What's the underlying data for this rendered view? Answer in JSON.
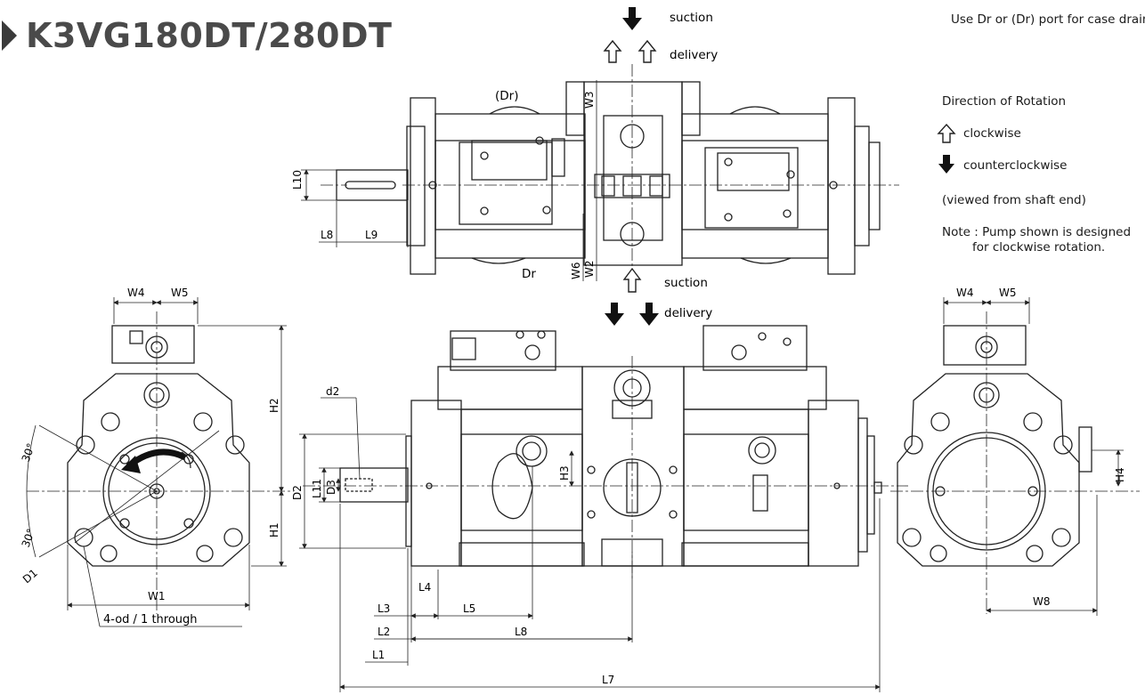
{
  "title": "K3VG180DT/280DT",
  "notes": {
    "case_drain": "Use Dr or (Dr) port for case drain.",
    "rotation_heading": "Direction of Rotation",
    "clockwise": "clockwise",
    "counterclockwise": "counterclockwise",
    "viewed_from": "(viewed from shaft end)",
    "pump_note_1": "Note : Pump shown is designed",
    "pump_note_2": "for clockwise rotation."
  },
  "ports": {
    "suction_top": "suction",
    "delivery_top": "delivery",
    "suction_mid": "suction",
    "delivery_mid": "delivery",
    "dr_paren": "(Dr)",
    "dr": "Dr"
  },
  "dims": {
    "W4_left": "W4",
    "W5_left": "W5",
    "W4_right": "W4",
    "W5_right": "W5",
    "W3": "W3",
    "W2": "W2",
    "W6": "W6",
    "L10": "L10",
    "L8_top": "L8",
    "L9": "L9",
    "H2": "H2",
    "H1": "H1",
    "H3": "H3",
    "H4": "H4",
    "d2": "d2",
    "D2": "D2",
    "L11": "L11",
    "D3": "D3",
    "D1": "D1",
    "angle_top": "30°",
    "angle_bottom": "30°",
    "W1": "W1",
    "W8": "W8",
    "L1": "L1",
    "L2": "L2",
    "L3": "L3",
    "L4": "L4",
    "L5": "L5",
    "L8_bottom": "L8",
    "L7": "L7",
    "through": "4-od / 1 through"
  }
}
